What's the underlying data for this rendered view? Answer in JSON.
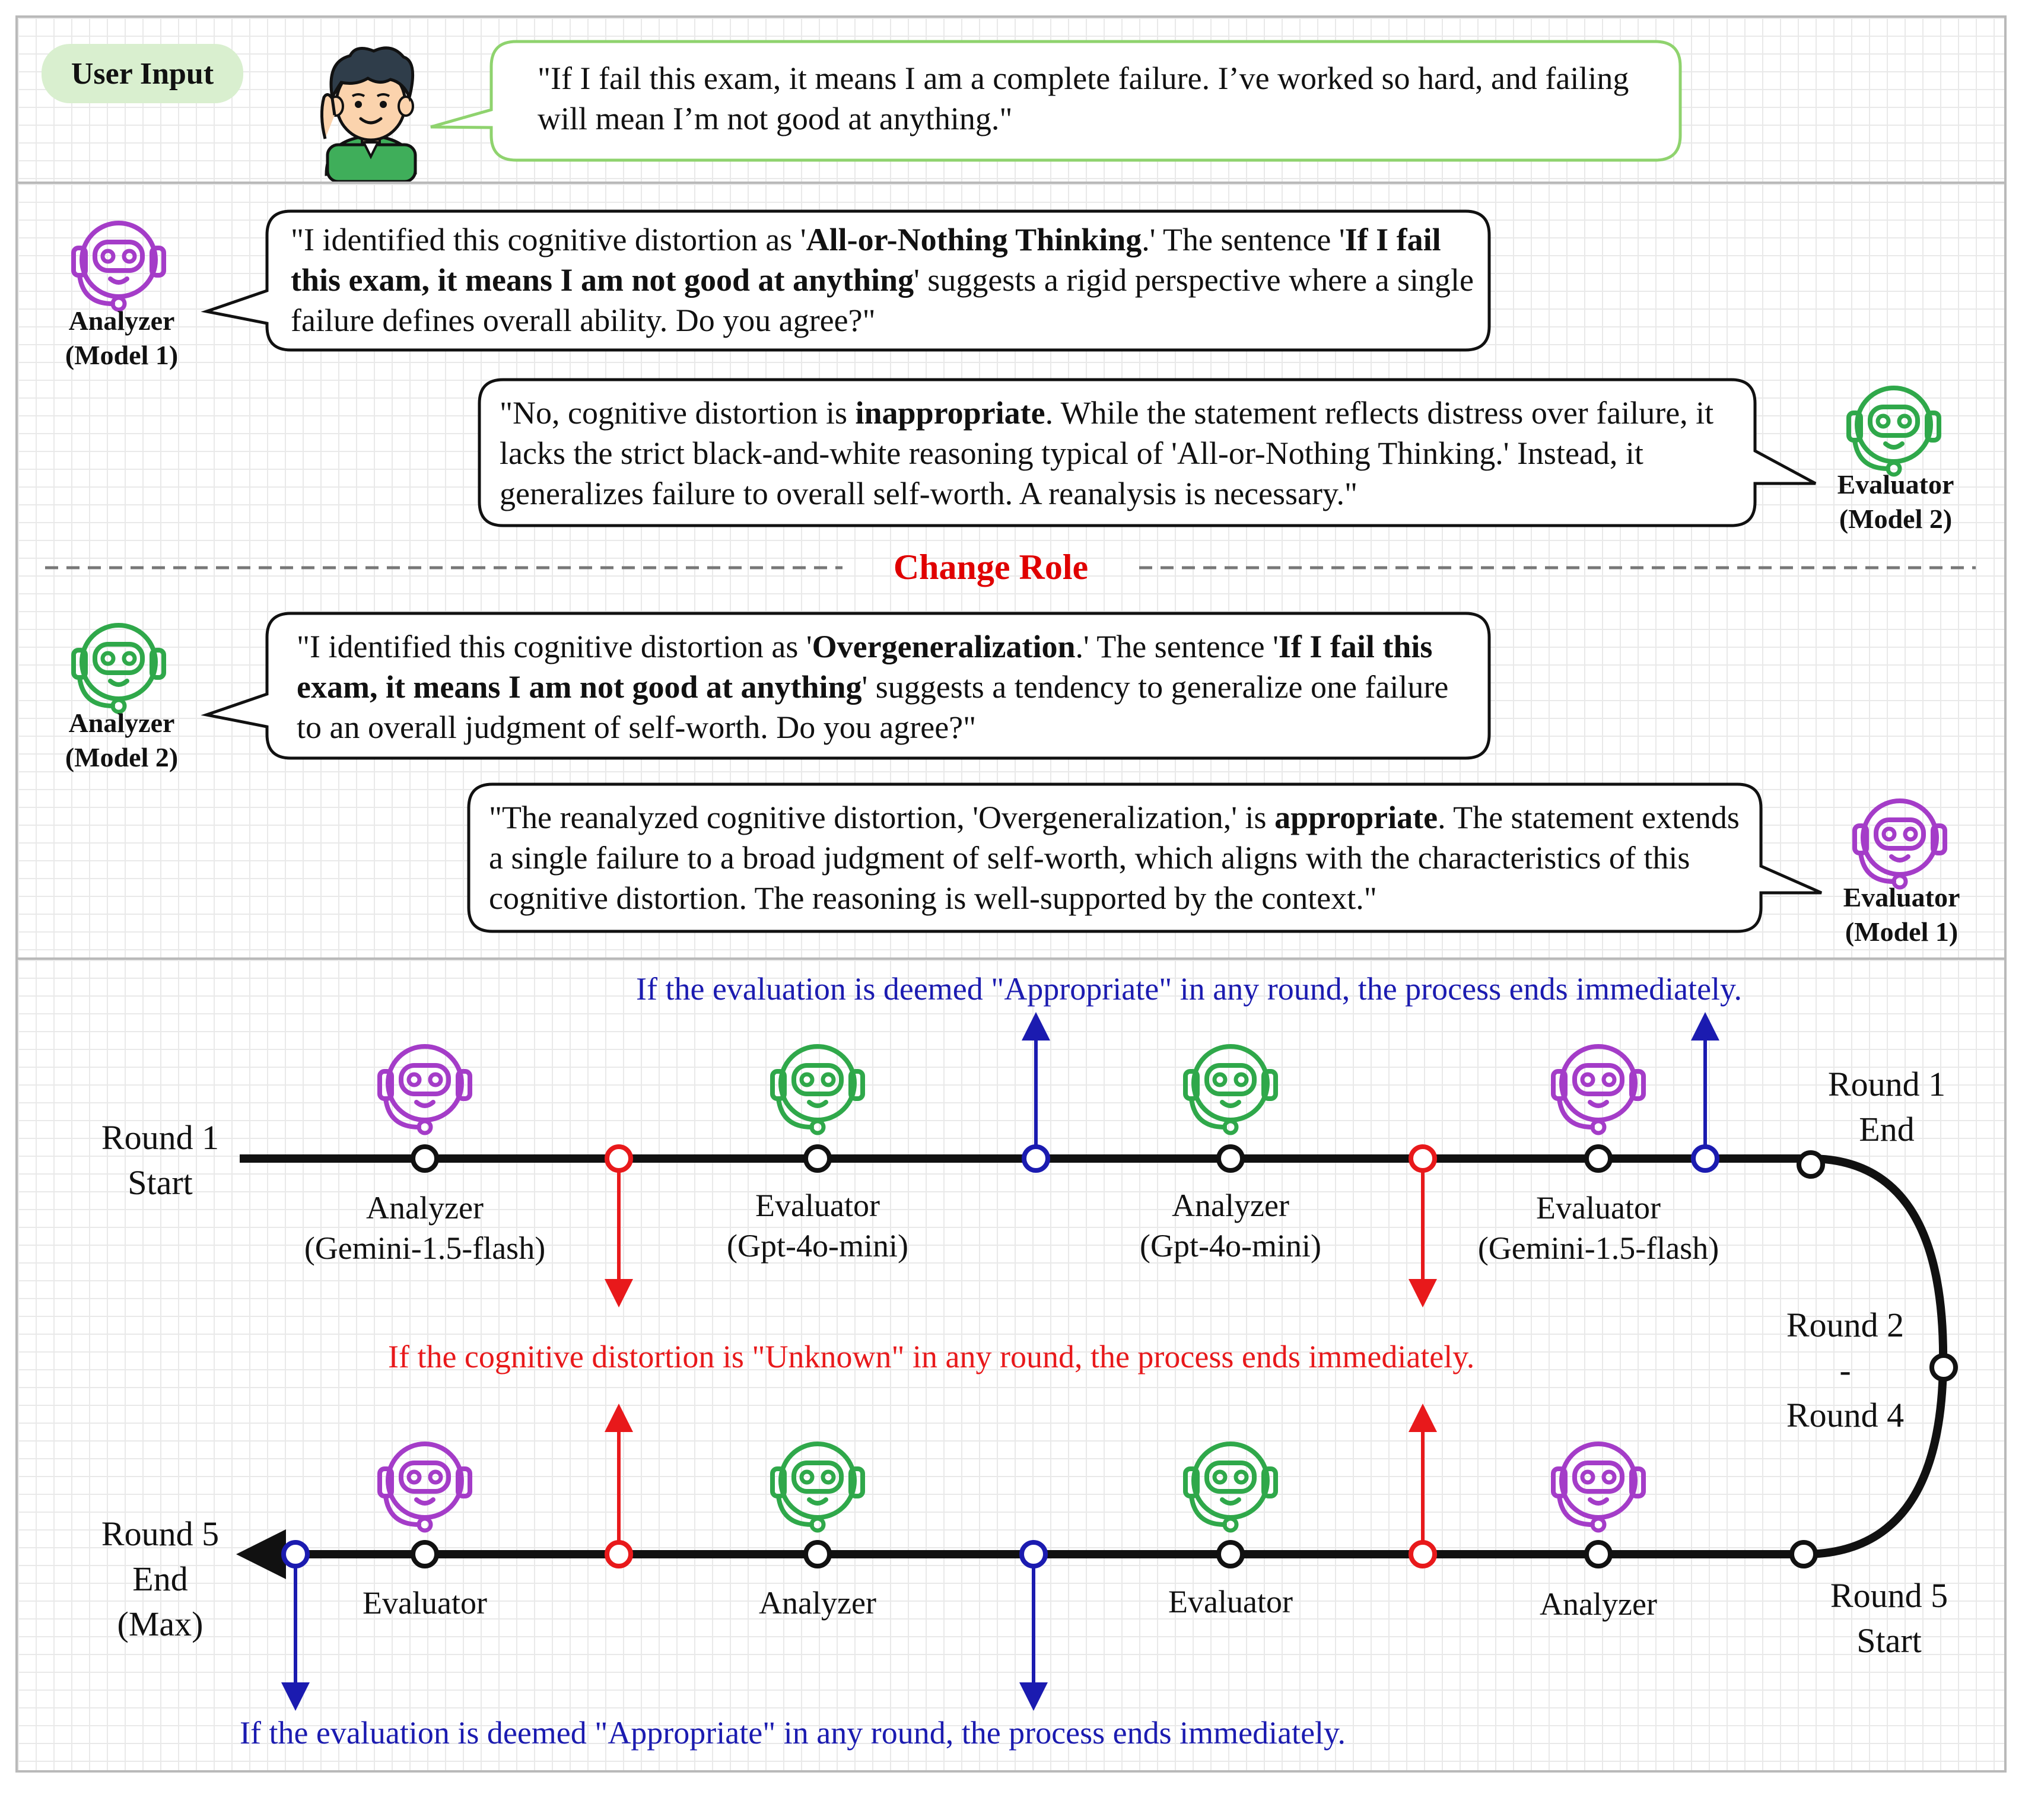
{
  "user_input": {
    "pill_label": "User Input",
    "quote": "\"If I fail this exam, it means I am a complete failure. I’ve worked so hard, and failing will mean I’m not good at anything.\""
  },
  "dialogue": {
    "analyzer1_label": "Analyzer",
    "analyzer1_model": "(Model 1)",
    "analyzer1_text": [
      {
        "t": "\"I identified this cognitive distortion as '"
      },
      {
        "t": "All-or-Nothing Thinking",
        "b": true
      },
      {
        "t": ".' The sentence '"
      },
      {
        "t": "If I fail this exam, it means I am not good at anything",
        "b": true
      },
      {
        "t": "' suggests a rigid perspective where a single failure defines overall ability. Do you agree?\""
      }
    ],
    "evaluator2_label": "Evaluator",
    "evaluator2_model": "(Model 2)",
    "evaluator2_text": [
      {
        "t": "\"No, cognitive distortion is "
      },
      {
        "t": "inappropriate",
        "b": true
      },
      {
        "t": ". While the statement reflects distress over failure, it lacks the strict black-and-white reasoning typical of 'All-or-Nothing Thinking.' Instead, it generalizes failure to overall self-worth. A reanalysis is necessary.\""
      }
    ],
    "change_role": "Change Role",
    "analyzer2_label": "Analyzer",
    "analyzer2_model": "(Model 2)",
    "analyzer2_text": [
      {
        "t": "\"I identified this cognitive distortion as '"
      },
      {
        "t": "Overgeneralization",
        "b": true
      },
      {
        "t": ".' The sentence '"
      },
      {
        "t": "If I fail this exam, it means I am not good at anything",
        "b": true
      },
      {
        "t": "' suggests a tendency to generalize one failure to an overall judgment of self-worth. Do you agree?\""
      }
    ],
    "evaluator1_label": "Evaluator",
    "evaluator1_model": "(Model 1)",
    "evaluator1_text": [
      {
        "t": "\"The reanalyzed cognitive distortion, 'Overgeneralization,' is "
      },
      {
        "t": "appropriate",
        "b": true
      },
      {
        "t": ". The statement extends a single failure to a broad judgment of self-worth, which aligns with the characteristics of this cognitive distortion. The reasoning is well-supported by the context.\""
      }
    ]
  },
  "timeline": {
    "round1_start": [
      "Round 1",
      "Start"
    ],
    "round1_end": [
      "Round 1",
      "End"
    ],
    "round2_4": [
      "Round 2",
      "-",
      "Round 4"
    ],
    "round5_start": [
      "Round 5",
      "Start"
    ],
    "round5_end": [
      "Round 5",
      "End",
      "(Max)"
    ],
    "top_rule": "If the evaluation is deemed \"Appropriate\" in any round, the process ends immediately.",
    "middle_rule": "If the cognitive distortion is \"Unknown\" in any round, the process ends immediately.",
    "bottom_rule": "If the evaluation is deemed \"Appropriate\" in any round, the process ends immediately.",
    "top_steps": [
      {
        "role": "Analyzer",
        "model": "(Gemini-1.5-flash)",
        "robot": "purple"
      },
      {
        "role": "Evaluator",
        "model": "(Gpt-4o-mini)",
        "robot": "green"
      },
      {
        "role": "Analyzer",
        "model": "(Gpt-4o-mini)",
        "robot": "green"
      },
      {
        "role": "Evaluator",
        "model": "(Gemini-1.5-flash)",
        "robot": "purple"
      }
    ],
    "bottom_steps": [
      {
        "role": "Evaluator",
        "robot": "purple"
      },
      {
        "role": "Analyzer",
        "robot": "green"
      },
      {
        "role": "Evaluator",
        "robot": "green"
      },
      {
        "role": "Analyzer",
        "robot": "purple"
      }
    ]
  },
  "colors": {
    "purple_robot": "#a43cc8",
    "green_robot": "#2fa84a",
    "unknown_red": "#e8191b",
    "appropriate_blue": "#1b1bb0",
    "change_role_red": "#e00000",
    "user_bubble_border": "#8fd36e",
    "user_pill_bg": "#d9efcf"
  }
}
